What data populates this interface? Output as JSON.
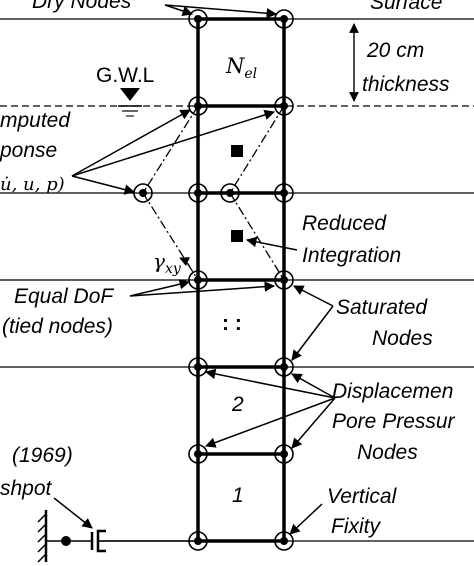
{
  "labels": {
    "dry_nodes": "Dry Nodes",
    "surface": "Surface",
    "thickness_value": "20 cm",
    "thickness_word": "thickness",
    "element_symbol": "N",
    "element_subscript": "el",
    "gwl": "G.W.L",
    "computed": "mputed",
    "response": "ponse",
    "response_vars": "u̇, u, p)",
    "reduced": "Reduced",
    "integration": "Integration",
    "shear_strain": "γ",
    "shear_subscript": "xy",
    "equal_dof": "Equal DoF",
    "tied_nodes": "(tied nodes)",
    "dots": ": :",
    "saturated": "Saturated",
    "saturated_nodes": "Nodes",
    "element_2": "2",
    "element_1": "1",
    "displacement": "Displacemen",
    "pore_pressure": "Pore Pressur",
    "dp_nodes": "Nodes",
    "year": "(1969)",
    "dashpot": "shpot",
    "vertical": "Vertical",
    "fixity": "Fixity"
  }
}
